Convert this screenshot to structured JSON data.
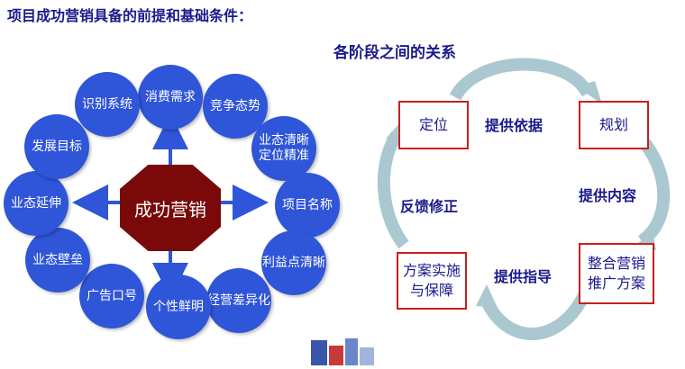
{
  "heading": "项目成功营销具备的前提和基础条件：",
  "subheading": "各阶段之间的关系",
  "center_label": "成功营销",
  "circles": [
    {
      "line1": "消费需求",
      "line2": ""
    },
    {
      "line1": "竞争态势",
      "line2": ""
    },
    {
      "line1": "业态清晰",
      "line2": "定位精准"
    },
    {
      "line1": "项目名称",
      "line2": ""
    },
    {
      "line1": "利益点清晰",
      "line2": ""
    },
    {
      "line1": "经营差异化",
      "line2": ""
    },
    {
      "line1": "个性鲜明",
      "line2": ""
    },
    {
      "line1": "广告口号",
      "line2": ""
    },
    {
      "line1": "业态壁垒",
      "line2": ""
    },
    {
      "line1": "业态延伸",
      "line2": ""
    },
    {
      "line1": "发展目标",
      "line2": ""
    },
    {
      "line1": "识别系统",
      "line2": ""
    }
  ],
  "cycle": {
    "box_positioning": "定位",
    "box_planning": "规划",
    "box_integration": "整合营销推广方案",
    "box_integration_line1": "整合营销",
    "box_integration_line2": "推广方案",
    "box_implementation_line1": "方案实施",
    "box_implementation_line2": "与保障",
    "label_basis": "提供依据",
    "label_content": "提供内容",
    "label_guidance": "提供指导",
    "label_feedback": "反馈修正"
  },
  "colors": {
    "circle_fill": "#2f55d8",
    "octagon_fill": "#7a0a0a",
    "box_border": "#c82020",
    "text_navy": "#1a1a8c",
    "cycle_arrow": "#a9c8d0"
  }
}
